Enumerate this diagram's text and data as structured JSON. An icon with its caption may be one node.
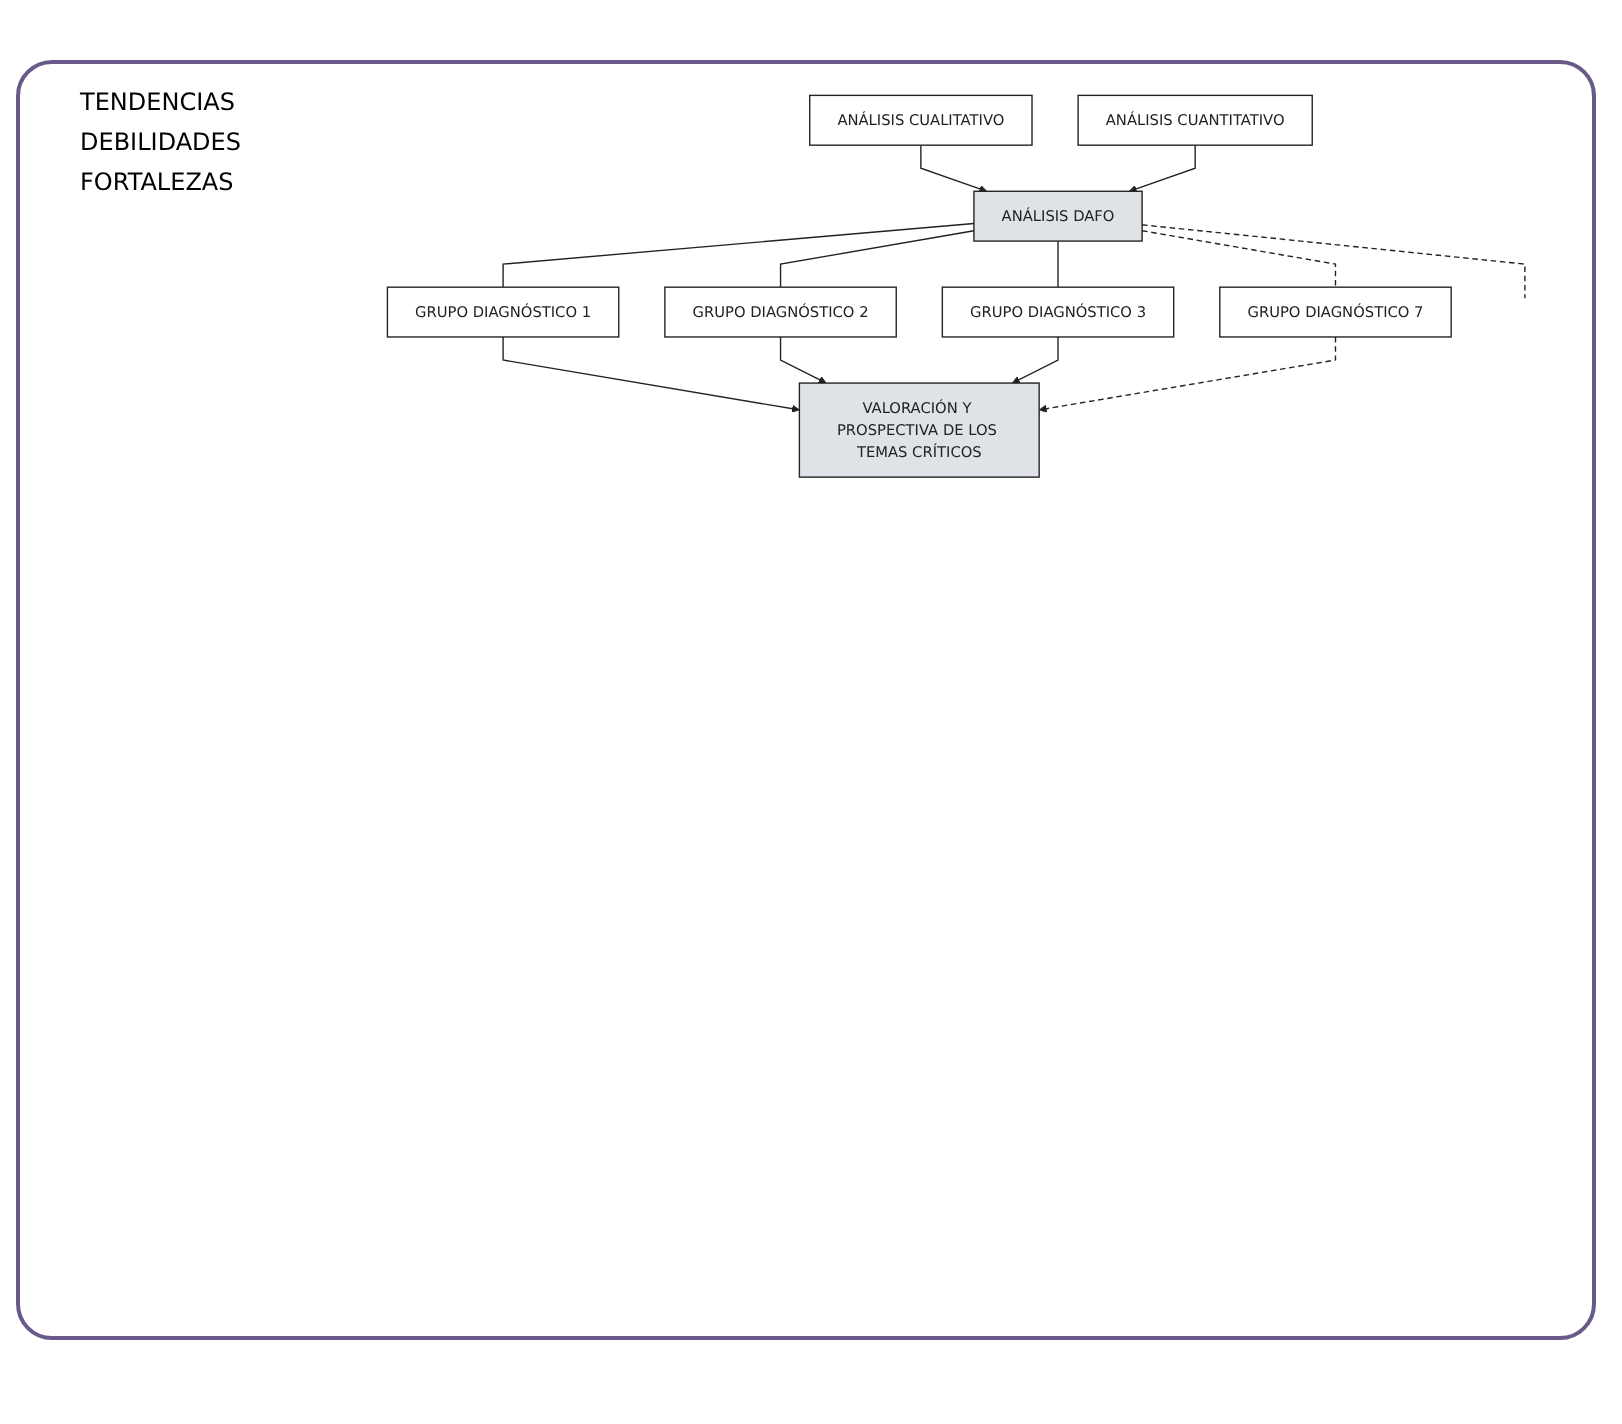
{
  "diagram": {
    "nodes": [
      {
        "text": [
          "ANÁLISIS CUALITATIVO"
        ]
      },
      {
        "text": [
          "ANÁLISIS CUANTITATIVO"
        ]
      },
      {
        "text": [
          "ANÁLISIS DAFO"
        ]
      },
      {
        "text": [
          "GRUPO DIAGNÓSTICO 1"
        ]
      },
      {
        "text": [
          "GRUPO DIAGNÓSTICO 2"
        ]
      },
      {
        "text": [
          "GRUPO DIAGNÓSTICO 3"
        ]
      },
      {
        "text": [
          "GRUPO DIAGNÓSTICO 7"
        ]
      },
      {
        "text": [
          "VALORACIÓN Y PROSPECTIVA DE LOS TEMAS CRÍTICOS"
        ]
      }
    ],
    "edges": [
      {
        "from": 0,
        "to": 2,
        "arrow": "to"
      },
      {
        "from": 1,
        "to": 2,
        "arrow": "to"
      },
      {
        "from": 2,
        "to": 3,
        "arrow": "none"
      },
      {
        "from": 2,
        "to": 4,
        "arrow": "none"
      },
      {
        "from": 2,
        "to": 5,
        "arrow": "none"
      },
      {
        "from": 2,
        "to": null,
        "arrow": "none",
        "style": "dashed"
      },
      {
        "from": 2,
        "to": 6,
        "arrow": "none",
        "style": "dashed"
      },
      {
        "from": 3,
        "to": 7,
        "arrow": "to"
      },
      {
        "from": 4,
        "to": 7,
        "arrow": "to"
      },
      {
        "from": 5,
        "to": 7,
        "arrow": "to"
      },
      {
        "from": 6,
        "to": 7,
        "arrow": "to",
        "style": "dashed"
      }
    ],
    "labels": [
      "TENDENCIAS",
      "DEBILIDADES",
      "FORTALEZAS"
    ]
  }
}
